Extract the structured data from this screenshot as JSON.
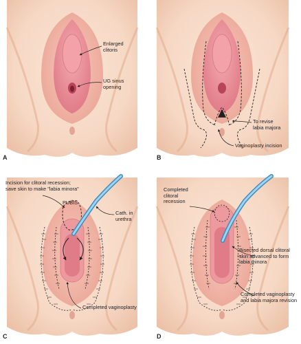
{
  "figure": {
    "palette": {
      "skin": "#f6d8c4",
      "skin_shadow": "#e9bba0",
      "labia": "#f0b8ac",
      "inner": "#e88e96",
      "deep": "#c0465a",
      "catheter": "#6cb8e0",
      "ink": "#231f20",
      "background": "#ffffff"
    },
    "panels": [
      {
        "id": "A",
        "letter": "A",
        "labels": [
          {
            "id": "enlarged-clitoris",
            "text": "Enlarged\nclitoris"
          },
          {
            "id": "ug-sinus-opening",
            "text": "UG sinus\nopening"
          }
        ]
      },
      {
        "id": "B",
        "letter": "B",
        "labels": [
          {
            "id": "revise-labia-majora",
            "text": "To revise\nlabia majora"
          },
          {
            "id": "vaginoplasty-incision",
            "text": "Vaginoplasty incision"
          }
        ]
      },
      {
        "id": "C",
        "letter": "C",
        "labels": [
          {
            "id": "incision-clitoral-recession",
            "text": "Incision for clitoral recession;\nsave skin to make \"labia minora\""
          },
          {
            "id": "pubis",
            "text": "PUBIS"
          },
          {
            "id": "cath-in-urethra",
            "text": "Cath. in\nurethra"
          },
          {
            "id": "completed-vaginoplasty",
            "text": "Completed vaginoplasty"
          }
        ]
      },
      {
        "id": "D",
        "letter": "D",
        "labels": [
          {
            "id": "completed-clitoral-recession",
            "text": "Completed\nclitoral\nrecession"
          },
          {
            "id": "bisected-dorsal-skin",
            "text": "Bisected dorsal clitoral\nskin advanced to form\nlabia minora"
          },
          {
            "id": "completed-vaginoplasty-labia",
            "text": "Completed vaginoplasty\nand labia majora revision"
          }
        ]
      }
    ]
  }
}
